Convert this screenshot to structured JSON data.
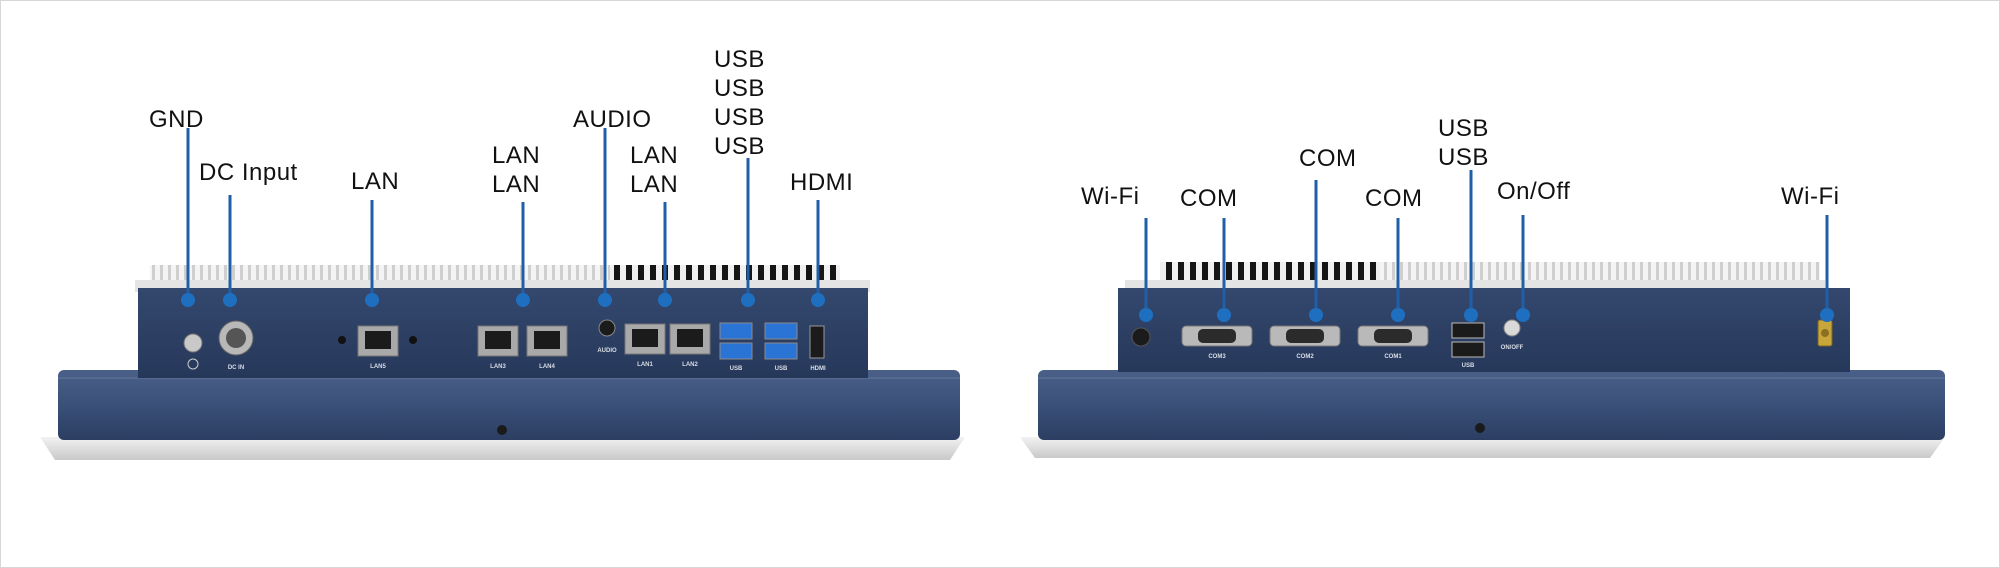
{
  "left_panel": {
    "callouts": {
      "gnd": "GND",
      "dc_input": "DC Input",
      "lan": "LAN",
      "lan_pair_left": [
        "LAN",
        "LAN"
      ],
      "audio": "AUDIO",
      "lan_pair_right": [
        "LAN",
        "LAN"
      ],
      "usb_stack": [
        "USB",
        "USB",
        "USB",
        "USB"
      ],
      "hdmi": "HDMI"
    },
    "port_labels": {
      "dc_in": "DC IN",
      "lan5": "LAN5",
      "lan3": "LAN3",
      "lan4": "LAN4",
      "audio": "AUDIO",
      "lan1": "LAN1",
      "lan2": "LAN2",
      "usb_a": "USB",
      "usb_b": "USB",
      "hdmi": "HDMI"
    }
  },
  "right_panel": {
    "callouts": {
      "wifi_left": "Wi-Fi",
      "com_1": "COM",
      "com_2": "COM",
      "com_3": "COM",
      "usb_stack": [
        "USB",
        "USB"
      ],
      "on_off": "On/Off",
      "wifi_right": "Wi-Fi"
    },
    "port_labels": {
      "com3": "COM3",
      "com2": "COM2",
      "com1": "COM1",
      "usb": "USB",
      "on_off": "ON/OFF"
    }
  },
  "colors": {
    "chassis": "#2f4266",
    "bezel": "#3a5078",
    "leader_line": "#1f5fa8",
    "dot": "#1f6fc0",
    "fins_light": "#e9e9e9",
    "fins_dark": "#1a1a1a"
  }
}
